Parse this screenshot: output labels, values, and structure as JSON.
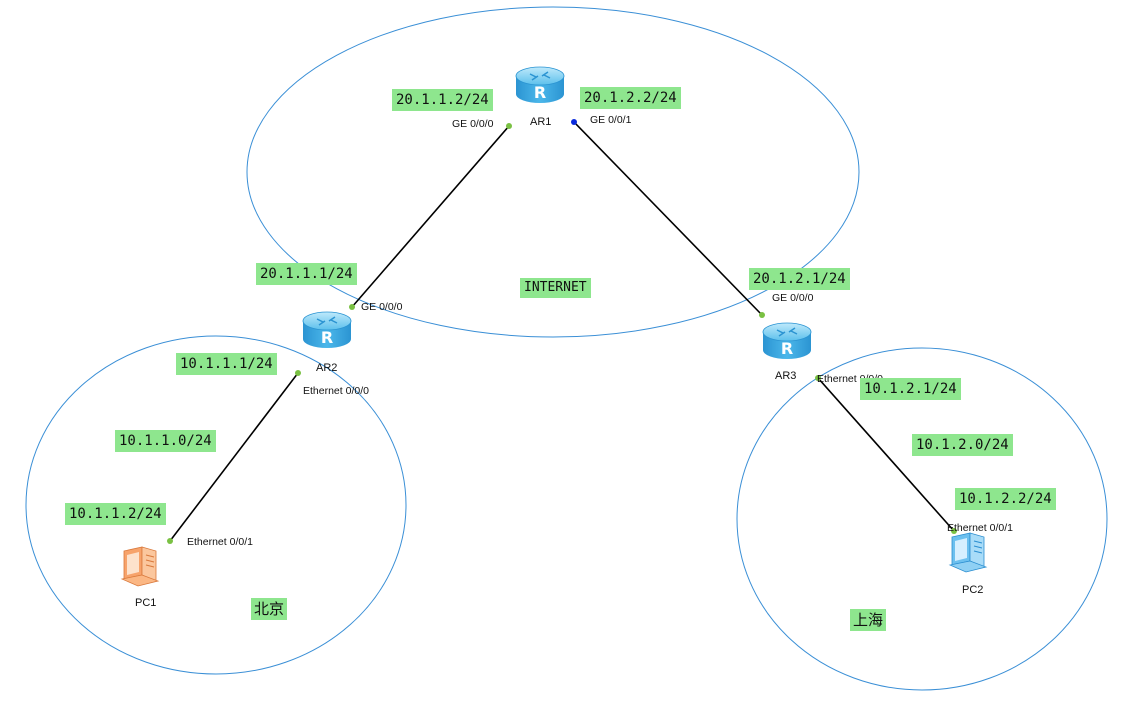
{
  "colors": {
    "cloud_stroke": "#3a8fd6",
    "link": "#000000",
    "label_bg": "#8ee68e",
    "port_up": "#7ac143",
    "port_blue": "#0a2bdc",
    "router_body": "#3aa8e0"
  },
  "zones": {
    "internet": "INTERNET",
    "beijing": "北京",
    "shanghai": "上海"
  },
  "devices": {
    "ar1": {
      "name": "AR1",
      "icon": "router-icon"
    },
    "ar2": {
      "name": "AR2",
      "icon": "router-icon"
    },
    "ar3": {
      "name": "AR3",
      "icon": "router-icon"
    },
    "pc1": {
      "name": "PC1",
      "icon": "pc-icon"
    },
    "pc2": {
      "name": "PC2",
      "icon": "pc-icon"
    }
  },
  "ports": {
    "ar1_g0": "GE 0/0/0",
    "ar1_g1": "GE 0/0/1",
    "ar2_g0": "GE 0/0/0",
    "ar2_e0": "Ethernet 0/0/0",
    "ar3_g0": "GE 0/0/0",
    "ar3_e0": "Ethernet 0/0/0",
    "pc1_e1": "Ethernet 0/0/1",
    "pc2_e1": "Ethernet 0/0/1"
  },
  "addresses": {
    "ar1_g0": "20.1.1.2/24",
    "ar1_g1": "20.1.2.2/24",
    "ar2_g0": "20.1.1.1/24",
    "ar3_g0": "20.1.2.1/24",
    "ar2_e0": "10.1.1.1/24",
    "beijing_net": "10.1.1.0/24",
    "pc1": "10.1.1.2/24",
    "ar3_e0": "10.1.2.1/24",
    "shanghai_net": "10.1.2.0/24",
    "pc2": "10.1.2.2/24"
  }
}
